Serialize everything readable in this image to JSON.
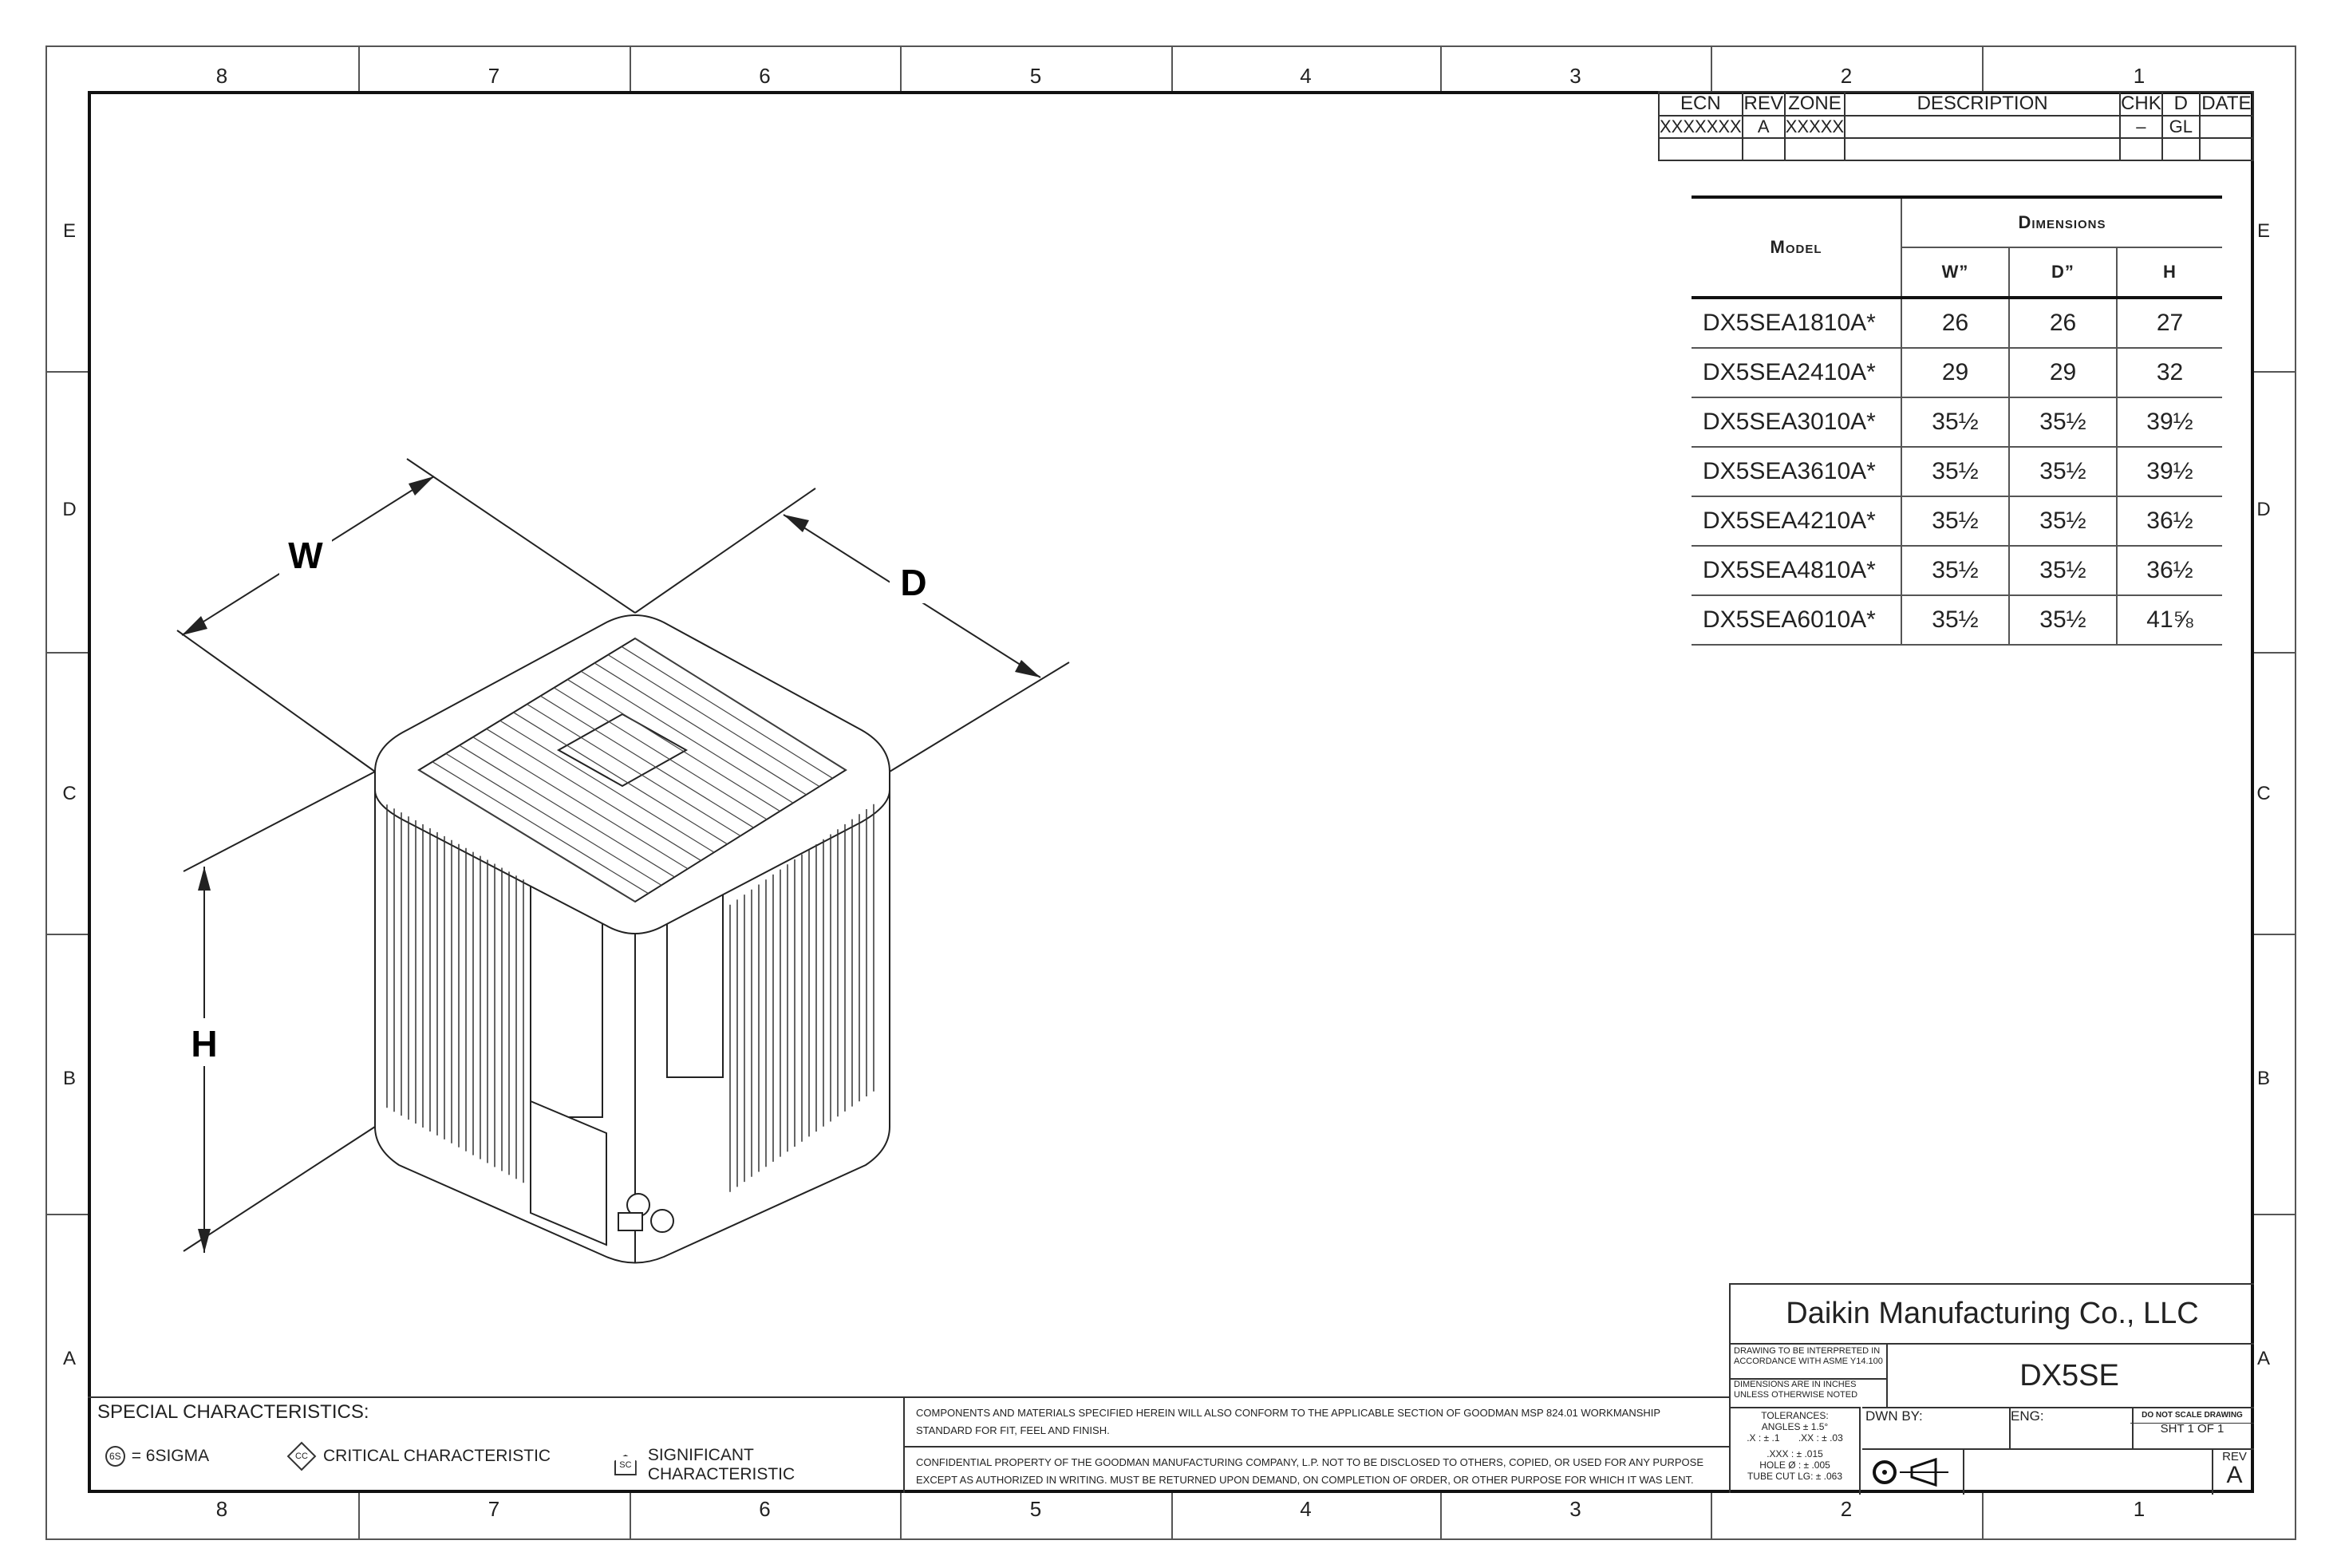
{
  "zones": {
    "columns": [
      "8",
      "7",
      "6",
      "5",
      "4",
      "3",
      "2",
      "1"
    ],
    "rows": [
      "E",
      "D",
      "C",
      "B",
      "A"
    ]
  },
  "revision_block": {
    "headers": [
      "ECN",
      "REV",
      "ZONE",
      "DESCRIPTION",
      "CHK",
      "D",
      "DATE"
    ],
    "rows": [
      [
        "XXXXXXX",
        "A",
        "XXXXX",
        "",
        "–",
        "GL",
        ""
      ],
      [
        "",
        "",
        "",
        "",
        "",
        "",
        ""
      ]
    ]
  },
  "dimensions_table": {
    "model_header": "Model",
    "group_header": "Dimensions",
    "columns": [
      "W”",
      "D”",
      "H"
    ],
    "rows": [
      {
        "model": "DX5SEA1810A*",
        "w": "26",
        "d": "26",
        "h": "27"
      },
      {
        "model": "DX5SEA2410A*",
        "w": "29",
        "d": "29",
        "h": "32"
      },
      {
        "model": "DX5SEA3010A*",
        "w": "35½",
        "d": "35½",
        "h": "39½"
      },
      {
        "model": "DX5SEA3610A*",
        "w": "35½",
        "d": "35½",
        "h": "39½"
      },
      {
        "model": "DX5SEA4210A*",
        "w": "35½",
        "d": "35½",
        "h": "36½"
      },
      {
        "model": "DX5SEA4810A*",
        "w": "35½",
        "d": "35½",
        "h": "36½"
      },
      {
        "model": "DX5SEA6010A*",
        "w": "35½",
        "d": "35½",
        "h": "41⅝"
      }
    ]
  },
  "drawing": {
    "labels": {
      "width": "W",
      "depth": "D",
      "height": "H"
    }
  },
  "special_characteristics": {
    "title": "SPECIAL CHARACTERISTICS:",
    "items": [
      {
        "symbol": "6S",
        "label": "= 6SIGMA"
      },
      {
        "symbol": "CC",
        "label": "CRITICAL CHARACTERISTIC"
      },
      {
        "symbol": "SC",
        "label": "SIGNIFICANT CHARACTERISTIC"
      }
    ]
  },
  "notes": {
    "components": "COMPONENTS AND MATERIALS SPECIFIED HEREIN WILL ALSO CONFORM TO THE APPLICABLE SECTION OF GOODMAN MSP 824.01 WORKMANSHIP STANDARD FOR FIT, FEEL AND FINISH.",
    "confidential": "CONFIDENTIAL PROPERTY OF THE GOODMAN MANUFACTURING COMPANY, L.P. NOT TO BE DISCLOSED TO OTHERS, COPIED, OR USED FOR ANY PURPOSE EXCEPT AS AUTHORIZED IN WRITING.  MUST BE RETURNED UPON DEMAND, ON COMPLETION OF ORDER, OR OTHER PURPOSE FOR WHICH IT WAS LENT."
  },
  "title_block": {
    "company": "Daikin Manufacturing Co., LLC",
    "interpret_note": "DRAWING TO BE INTERPRETED IN ACCORDANCE WITH ASME Y14.100",
    "units_note": "DIMENSIONS ARE IN INCHES UNLESS OTHERWISE NOTED",
    "drawing_title": "DX5SE",
    "tolerances": [
      "TOLERANCES:",
      "ANGLES ± 1.5°",
      ".X : ± .1       .XX : ± .03",
      ".XXX : ± .015",
      "HOLE Ø : ± .005",
      "TUBE CUT LG: ± .063"
    ],
    "drawn_by_label": "DWN BY:",
    "eng_label": "ENG:",
    "do_not_scale": "DO NOT SCALE DRAWING",
    "sheet": "SHT 1 OF 1",
    "rev_label": "REV",
    "rev_value": "A",
    "projection_icon": "third-angle-projection-icon"
  }
}
